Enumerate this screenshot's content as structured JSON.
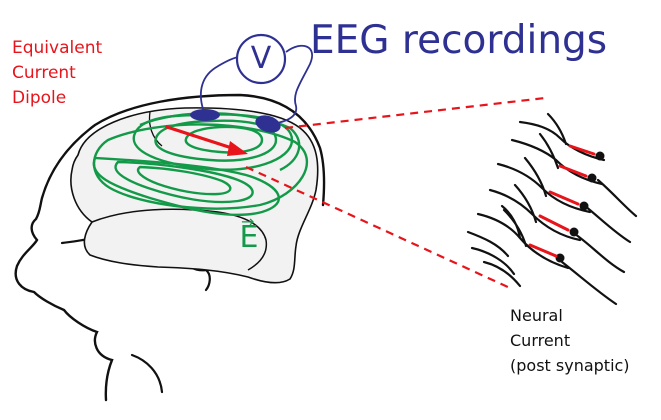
{
  "labels": {
    "dipole": [
      "Equivalent",
      "Current",
      "Dipole"
    ],
    "eeg": "EEG recordings",
    "voltmeter": "V",
    "field": "E",
    "field_arrow": "→",
    "neural": [
      "Neural",
      "Current",
      "(post synaptic)"
    ]
  },
  "colors": {
    "dipole_text": "#e8141b",
    "eeg_text": "#2e3192",
    "field": "#129a48",
    "current_arrow": "#e8141b",
    "electrode": "#2e3192",
    "brain_fill": "#f2f2f2",
    "outline": "#111111"
  }
}
